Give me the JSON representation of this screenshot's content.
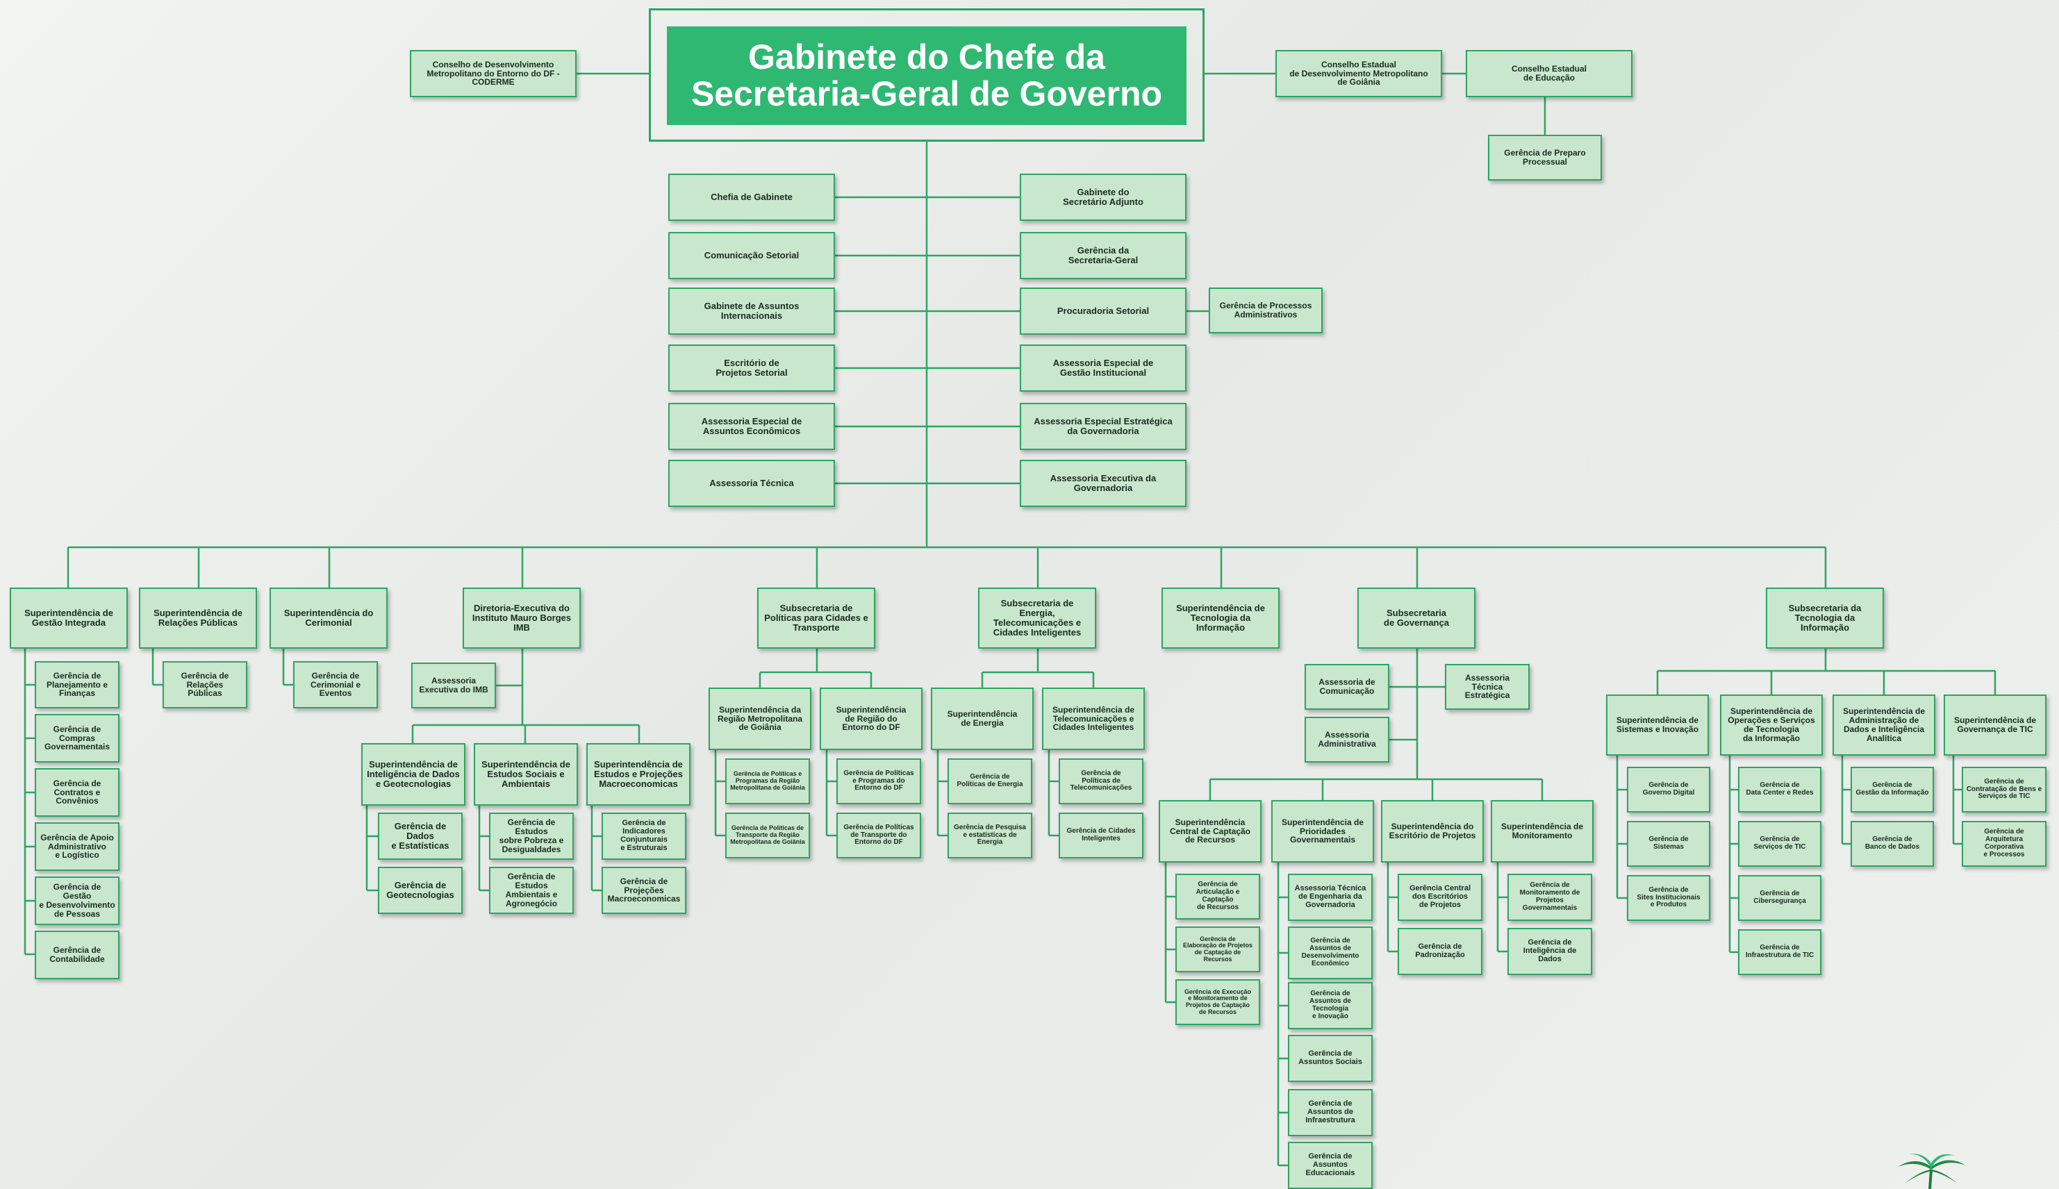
{
  "header": {
    "title": "Gabinete do Chefe da\nSecretaria-Geral de Governo"
  },
  "colors": {
    "accent": "#2fb872",
    "box_fill": "#c8e7cd",
    "line": "#2ea464"
  },
  "boxes": [
    {
      "id": "coderme",
      "label": "Conselho de Desenvolvimento\nMetropolitano do Entorno do DF -\nCODERME"
    },
    {
      "id": "ced-goiania",
      "label": "Conselho Estadual\nde Desenvolvimento Metropolitano\nde Goiânia"
    },
    {
      "id": "ce-educacao",
      "label": "Conselho Estadual\nde Educação"
    },
    {
      "id": "g-preparo",
      "label": "Gerência de Preparo\nProcessual"
    },
    {
      "id": "chefia-gabinete",
      "label": "Chefia de Gabinete"
    },
    {
      "id": "comunicacao-setorial",
      "label": "Comunicação Setorial"
    },
    {
      "id": "gab-assuntos-int",
      "label": "Gabinete de Assuntos\nInternacionais"
    },
    {
      "id": "escritorio-projetos",
      "label": "Escritório de\nProjetos Setorial"
    },
    {
      "id": "ass-esp-economicos",
      "label": "Assessoria Especial de\nAssuntos Econômicos"
    },
    {
      "id": "ass-tecnica",
      "label": "Assessoria Técnica"
    },
    {
      "id": "gab-sec-adjunto",
      "label": "Gabinete do\nSecretário Adjunto"
    },
    {
      "id": "ger-secretaria-geral",
      "label": "Gerência da\nSecretaria-Geral"
    },
    {
      "id": "procuradoria",
      "label": "Procuradoria Setorial"
    },
    {
      "id": "ger-processos-adm",
      "label": "Gerência de Processos\nAdministrativos"
    },
    {
      "id": "ass-esp-gestao",
      "label": "Assessoria Especial de\nGestão  Institucional"
    },
    {
      "id": "ass-esp-estrategica",
      "label": "Assessoria Especial Estratégica\nda Governadoria"
    },
    {
      "id": "ass-exec-governadoria",
      "label": "Assessoria Executiva da\nGovernadoria"
    },
    {
      "id": "sup-gestao-integrada",
      "label": "Superintendência de\nGestão Integrada"
    },
    {
      "id": "g-planejamento",
      "label": "Gerência de\nPlanejamento e\nFinanças"
    },
    {
      "id": "g-compras",
      "label": "Gerência de\nCompras\nGovernamentais"
    },
    {
      "id": "g-contratos",
      "label": "Gerência de\nContratos e\nConvênios"
    },
    {
      "id": "g-apoio",
      "label": "Gerência de Apoio\nAdministrativo\ne Logístico"
    },
    {
      "id": "g-pessoas",
      "label": "Gerência de Gestão\ne Desenvolvimento\nde Pessoas"
    },
    {
      "id": "g-contabilidade",
      "label": "Gerência de\nContabilidade"
    },
    {
      "id": "sup-relacoes",
      "label": "Superintendência de\nRelações Públicas"
    },
    {
      "id": "g-relacoes",
      "label": "Gerência de\nRelações\nPúblicas"
    },
    {
      "id": "sup-cerimonial",
      "label": "Superintendência do\nCerimonial"
    },
    {
      "id": "g-cerimonial",
      "label": "Gerência de\nCerimonial e\nEventos"
    },
    {
      "id": "dir-imb",
      "label": "Diretoria-Executiva do\nInstituto Mauro Borges\nIMB"
    },
    {
      "id": "ass-exec-imb",
      "label": "Assessoria\nExecutiva do IMB"
    },
    {
      "id": "sup-inteligencia",
      "label": "Superintendência de\nInteligência de Dados\ne Geotecnologias"
    },
    {
      "id": "g-dados-estat",
      "label": "Gerência de Dados\ne Estatísticas"
    },
    {
      "id": "g-geotec",
      "label": "Gerência de\nGeotecnologias"
    },
    {
      "id": "sup-estudos-sociais",
      "label": "Superintendência de\nEstudos Sociais e\nAmbientais"
    },
    {
      "id": "g-pobreza",
      "label": "Gerência de Estudos\nsobre Pobreza e\nDesigualdades"
    },
    {
      "id": "g-ambientais",
      "label": "Gerência de Estudos\nAmbientais e\nAgronegócio"
    },
    {
      "id": "sup-projecoes",
      "label": "Superintendência de\nEstudos e Projeções\nMacroeconomicas"
    },
    {
      "id": "g-indicadores",
      "label": "Gerência de\nIndicadores\nConjunturais\ne Estruturais"
    },
    {
      "id": "g-projecoes",
      "label": "Gerência de\nProjeções\nMacroeconomicas"
    },
    {
      "id": "sub-politicas",
      "label": "Subsecretaria de\nPolíticas para Cidades e\nTransporte"
    },
    {
      "id": "sup-rm-goiania",
      "label": "Superintendência da\nRegião Metropolitana\nde Goiânia"
    },
    {
      "id": "g-prog-goiania",
      "label": "Gerência de Políticas e\nProgramas da Região\nMetropolitana de Goiânia"
    },
    {
      "id": "g-transp-goiania",
      "label": "Gerência de Políticas de\nTransporte da Região\nMetropolitana de Goiânia"
    },
    {
      "id": "sup-entorno",
      "label": "Superintendência\nde Região do\nEntorno do DF"
    },
    {
      "id": "g-prog-entorno",
      "label": "Gerência de Políticas\ne  Programas do\nEntorno do DF"
    },
    {
      "id": "g-transp-entorno",
      "label": "Gerência de Políticas\nde Transporte do\nEntorno do DF"
    },
    {
      "id": "sub-energia",
      "label": "Subsecretaria de Energia,\nTelecomunicações e\nCidades Inteligentes"
    },
    {
      "id": "sup-energia",
      "label": "Superintendência\nde Energia"
    },
    {
      "id": "g-pol-energia",
      "label": "Gerência de\nPolíticas de Energia"
    },
    {
      "id": "g-pesq-energia",
      "label": "Gerência de Pesquisa\ne estatísticas de\nEnergia"
    },
    {
      "id": "sup-telecom",
      "label": "Superintendência de\nTelecomunicações e\nCidades Inteligentes"
    },
    {
      "id": "g-pol-telecom",
      "label": "Gerência de\nPolíticas de\nTelecomunicações"
    },
    {
      "id": "g-cidades",
      "label": "Gerência de Cidades\nInteligentes"
    },
    {
      "id": "sup-ti",
      "label": "Superintendência de\nTecnologia da\nInformação"
    },
    {
      "id": "sub-governanca",
      "label": "Subsecretaria\nde Governança"
    },
    {
      "id": "ass-comunicacao",
      "label": "Assessoria de\nComunicação"
    },
    {
      "id": "ass-administrativa",
      "label": "Assessoria\nAdministrativa"
    },
    {
      "id": "ass-tec-estrategica",
      "label": "Assessoria Técnica\nEstratégica"
    },
    {
      "id": "sup-captacao",
      "label": "Superintendência\nCentral de Captação\nde Recursos"
    },
    {
      "id": "g-articulacao",
      "label": "Gerência de\nArticulação e Captação\nde Recursos"
    },
    {
      "id": "g-elaboracao",
      "label": "Gerência de\nElaboração de Projetos\nde Captação de Recursos"
    },
    {
      "id": "g-execucao",
      "label": "Gerência de Execução\ne Monitoramento de\nProjetos de Captação\nde Recursos"
    },
    {
      "id": "sup-prioridades",
      "label": "Superintendência de\nPrioridades\nGovernamentais"
    },
    {
      "id": "ass-engenharia",
      "label": "Assessoria Técnica\nde Engenharia da\nGovernadoria"
    },
    {
      "id": "g-desenv-econ",
      "label": "Gerência de\nAssuntos de\nDesenvolvimento\nEconômico"
    },
    {
      "id": "g-tecnologia-inov",
      "label": "Gerência de\nAssuntos de Tecnologia\ne Inovação"
    },
    {
      "id": "g-sociais",
      "label": "Gerência de\nAssuntos Sociais"
    },
    {
      "id": "g-infraestrutura",
      "label": "Gerência de\nAssuntos de\nInfraestrutura"
    },
    {
      "id": "g-educacionais",
      "label": "Gerência de\nAssuntos\nEducacionais"
    },
    {
      "id": "sup-escritorio",
      "label": "Superintendência do\nEscritório de Projetos"
    },
    {
      "id": "g-central-escritorios",
      "label": "Gerência Central\ndos Escritórios\nde Projetos"
    },
    {
      "id": "g-padronizacao",
      "label": "Gerência de\nPadronização"
    },
    {
      "id": "sup-monitoramento",
      "label": "Superintendência de\nMonitoramento"
    },
    {
      "id": "g-monit-projetos",
      "label": "Gerência de\nMonitoramento de\nProjetos\nGovernamentais"
    },
    {
      "id": "g-intel-dados",
      "label": "Gerência de\nInteligência de Dados"
    },
    {
      "id": "sub-ti",
      "label": "Subsecretaria da\nTecnologia da\nInformação"
    },
    {
      "id": "sup-sistemas",
      "label": "Superintendência de\nSistemas e Inovação"
    },
    {
      "id": "g-governo-digital",
      "label": "Gerência de\nGoverno Digital"
    },
    {
      "id": "g-sistemas",
      "label": "Gerência de\nSistemas"
    },
    {
      "id": "g-sites",
      "label": "Gerência de\nSites Institucionais\ne Produtos"
    },
    {
      "id": "sup-operacoes",
      "label": "Superintendência de\nOperações e Serviços\nde Tecnologia\nda Informação"
    },
    {
      "id": "g-datacenter",
      "label": "Gerência de\nData Center e Redes"
    },
    {
      "id": "g-servicos-tic",
      "label": "Gerência de\nServiços de TIC"
    },
    {
      "id": "g-ciberseguranca",
      "label": "Gerência de\nCibersegurança"
    },
    {
      "id": "g-infra-tic",
      "label": "Gerência de\nInfraestrutura de TIC"
    },
    {
      "id": "sup-adm-dados",
      "label": "Superintendência de\nAdministração de\nDados e Inteligência\nAnalítica"
    },
    {
      "id": "g-gestao-info",
      "label": "Gerência de\nGestão da Informação"
    },
    {
      "id": "g-banco-dados",
      "label": "Gerência de\nBanco de Dados"
    },
    {
      "id": "sup-gov-tic",
      "label": "Superintendência de\nGovernança de TIC"
    },
    {
      "id": "g-contratacao",
      "label": "Gerência de\nContratação de Bens e\nServiços de TIC"
    },
    {
      "id": "g-arquitetura",
      "label": "Gerência de\nArquitetura Corporativa\ne Processos"
    }
  ]
}
